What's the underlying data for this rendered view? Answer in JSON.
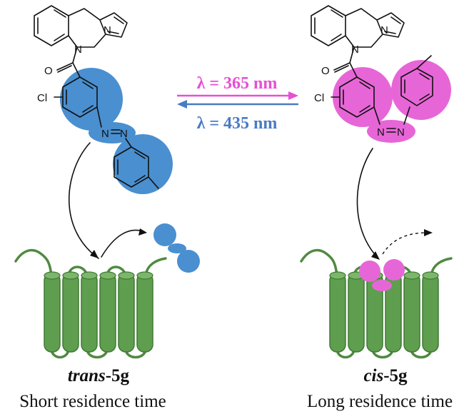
{
  "atoms": {
    "n": "N",
    "o": "O",
    "cl": "Cl"
  },
  "forward": {
    "label": "λ = 365 nm",
    "color": "#e64fd6"
  },
  "reverse": {
    "label": "λ = 435 nm",
    "color": "#4a7bc4"
  },
  "trans": {
    "name_italic": "trans",
    "name_rest": "-5g",
    "caption": "Short residence time",
    "color": "#4a8fd0"
  },
  "cis": {
    "name_italic": "cis",
    "name_rest": "-5g",
    "caption": "Long residence time",
    "color": "#e766d7"
  },
  "receptor_color": "#5f9e4f"
}
